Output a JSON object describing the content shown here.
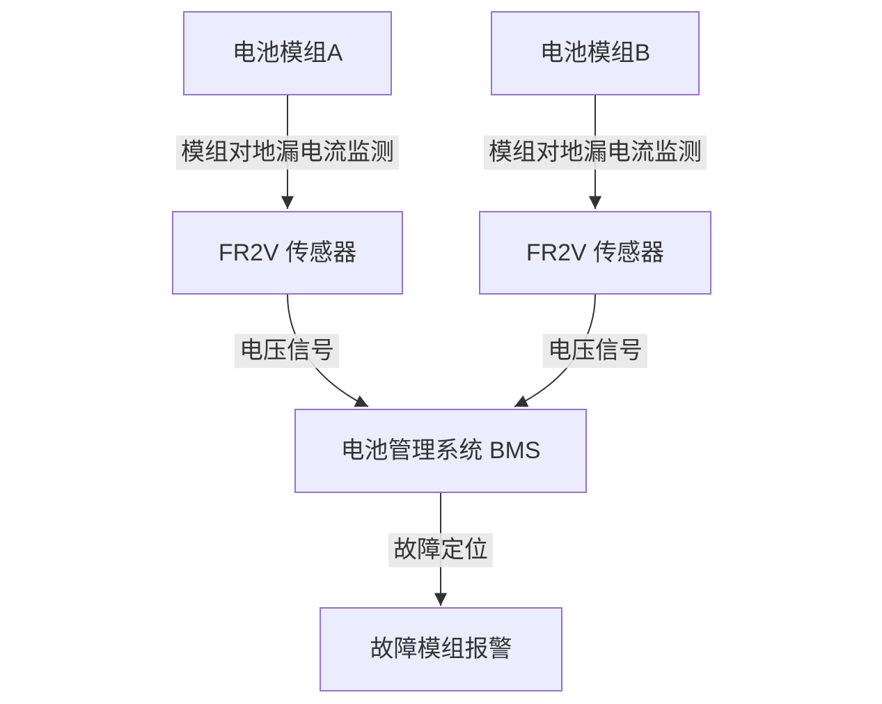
{
  "diagram": {
    "type": "flowchart",
    "direction": "top-down",
    "nodes": {
      "battery_a": {
        "label": "电池模组A"
      },
      "battery_b": {
        "label": "电池模组B"
      },
      "sensor_a": {
        "label": "FR2V 传感器"
      },
      "sensor_b": {
        "label": "FR2V 传感器"
      },
      "bms": {
        "label": "电池管理系统 BMS"
      },
      "alarm": {
        "label": "故障模组报警"
      }
    },
    "edges": [
      {
        "from": "battery_a",
        "to": "sensor_a",
        "label": "模组对地漏电流监测"
      },
      {
        "from": "battery_b",
        "to": "sensor_b",
        "label": "模组对地漏电流监测"
      },
      {
        "from": "sensor_a",
        "to": "bms",
        "label": "电压信号"
      },
      {
        "from": "sensor_b",
        "to": "bms",
        "label": "电压信号"
      },
      {
        "from": "bms",
        "to": "alarm",
        "label": "故障定位"
      }
    ],
    "colors": {
      "node_fill": "#ECECFF",
      "node_border": "#9370DB",
      "edge_stroke": "#333333",
      "edge_label_bg": "#E8E8E8",
      "text": "#333333",
      "background": "#FFFFFF"
    }
  }
}
